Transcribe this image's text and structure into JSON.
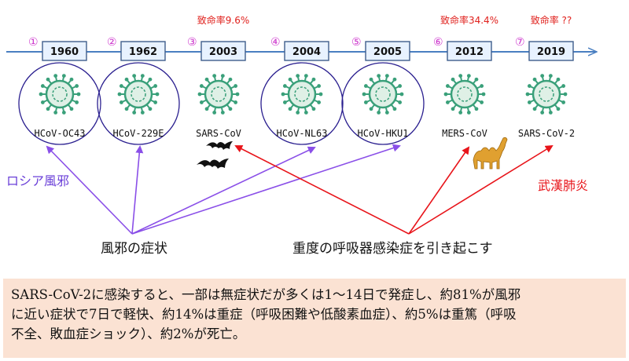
{
  "timeline": [
    {
      "num": "①",
      "year": "1960",
      "virus": "HCoV-OC43",
      "mortality": ""
    },
    {
      "num": "②",
      "year": "1962",
      "virus": "HCoV-229E",
      "mortality": ""
    },
    {
      "num": "③",
      "year": "2003",
      "virus": "SARS-CoV",
      "mortality": "致命率9.6%"
    },
    {
      "num": "④",
      "year": "2004",
      "virus": "HCoV-NL63",
      "mortality": ""
    },
    {
      "num": "⑤",
      "year": "2005",
      "virus": "HCoV-HKU1",
      "mortality": ""
    },
    {
      "num": "⑥",
      "year": "2012",
      "virus": "MERS-CoV",
      "mortality": "致命率34.4%"
    },
    {
      "num": "⑦",
      "year": "2019",
      "virus": "SARS-CoV-2",
      "mortality": "致命率 ??"
    }
  ],
  "labels": {
    "russian_flu": "ロシア風邪",
    "wuhan_pneumonia": "武漢肺炎",
    "cold_symptoms": "風邪の症状",
    "severe_infection": "重度の呼吸器感染症を引き起こす"
  },
  "summary": {
    "line1": "SARS-CoV-2に感染すると、一部は無症状だが多くは1～14日で発症し、約81%が風邪",
    "line2": "に近い症状で7日で軽快、約14%は重症（呼吸困難や低酸素血症）、約5%は重篤（呼吸",
    "line3": "不全、敗血症ショック）、約2%が死亡。"
  },
  "colors": {
    "timeline": "#4a7fc1",
    "number": "#cc33cc",
    "mortality": "#e0201c",
    "purple": "#8a4fe8",
    "red": "#e8141a",
    "virus": "#3aa07a",
    "circle": "#2a1f8f",
    "summary_bg": "#fbe2d3"
  },
  "icons": {
    "bats": "bat-icon",
    "camel": "camel-icon",
    "virus": "virus-icon"
  }
}
